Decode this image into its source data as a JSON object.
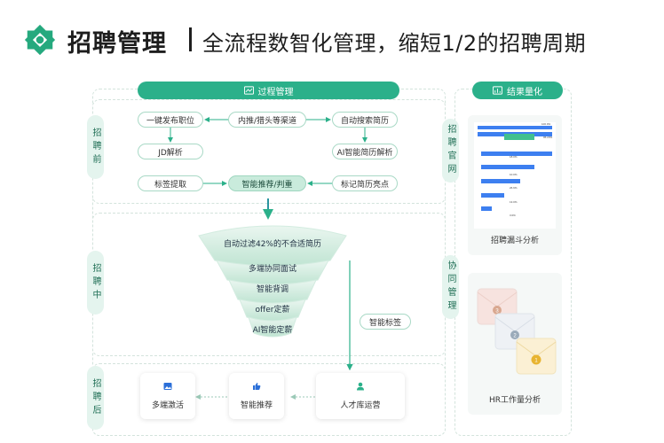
{
  "header": {
    "title": "招聘管理",
    "subtitle": "全流程数智化管理，缩短1/2的招聘周期"
  },
  "process": {
    "header": "过程管理",
    "pre_label": "招聘前",
    "mid_label": "招聘中",
    "post_label": "招聘后",
    "pre_nodes": [
      "一键发布职位",
      "内推/猎头等渠道",
      "自动搜索简历",
      "JD解析",
      "AI智能简历解析",
      "标签提取",
      "智能推荐/判重",
      "标记简历亮点"
    ],
    "funnel": [
      "自动过滤42%的不合适简历",
      "多端协同面试",
      "智能背调",
      "offer定薪",
      "AI智能定薪"
    ],
    "smart_tag": "智能标签",
    "post_cards": [
      "多端激活",
      "智能推荐",
      "人才库运营"
    ]
  },
  "results": {
    "header": "结果量化",
    "website_label": "招聘官网",
    "collab_label": "协同管理",
    "funnel_caption": "招聘漏斗分析",
    "workload_caption": "HR工作量分析",
    "mini_values": [
      "100.0%",
      "95.23%",
      "18.0%",
      "10.0%",
      "26.9%",
      "13.0%",
      "3.0%"
    ]
  },
  "colors": {
    "accent": "#2bb08a",
    "light": "#e4f4ee",
    "bar_blue": "#3d7ff0",
    "bar_green": "#42c08f"
  }
}
